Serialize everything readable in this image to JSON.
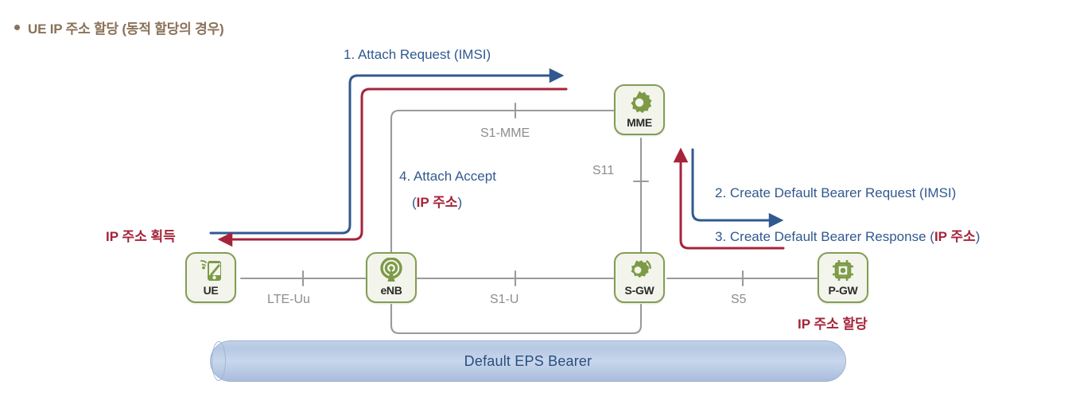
{
  "title": {
    "bullet": "•",
    "text": "UE IP 주소 할당 (동적 할당의 경우)"
  },
  "colors": {
    "blue": "#31598f",
    "red": "#a5243a",
    "node_border": "#849c54",
    "node_fill": "#f3f5ec",
    "icon_green": "#7d9a47",
    "line_gray": "#9a9a9a",
    "title_brown": "#8a7158",
    "pipe_blue": "#b6c8e3",
    "pipe_text": "#2a4d80"
  },
  "nodes": [
    {
      "id": "ue",
      "label": "UE",
      "icon": "mobile-phone-signal-icon"
    },
    {
      "id": "enb",
      "label": "eNB",
      "icon": "cell-tower-icon"
    },
    {
      "id": "mme",
      "label": "MME",
      "icon": "gear-icon"
    },
    {
      "id": "sgw",
      "label": "S-GW",
      "icon": "gear-signal-icon"
    },
    {
      "id": "pgw",
      "label": "P-GW",
      "icon": "router-grid-icon"
    }
  ],
  "interfaces": [
    {
      "id": "lte-uu",
      "label": "LTE-Uu"
    },
    {
      "id": "s1-u",
      "label": "S1-U"
    },
    {
      "id": "s5",
      "label": "S5"
    },
    {
      "id": "s1-mme",
      "label": "S1-MME"
    },
    {
      "id": "s11",
      "label": "S11"
    }
  ],
  "messages": {
    "m1": {
      "num": "1. ",
      "text": "Attach Request (IMSI)"
    },
    "m2": {
      "num": "2. ",
      "text": "Create Default Bearer Request (IMSI)"
    },
    "m3": {
      "num": "3. ",
      "pre": "Create Default Bearer Response (",
      "red": "IP 주소",
      "post": ")"
    },
    "m4_line1": {
      "num": "4. ",
      "text": "Attach Accept"
    },
    "m4_line2": {
      "pre": "(",
      "red": "IP 주소",
      "post": ")"
    }
  },
  "annotations": {
    "ip_acquire": "IP 주소 획득",
    "ip_allocate": "IP 주소 할당"
  },
  "bearer": {
    "label": "Default EPS Bearer"
  }
}
